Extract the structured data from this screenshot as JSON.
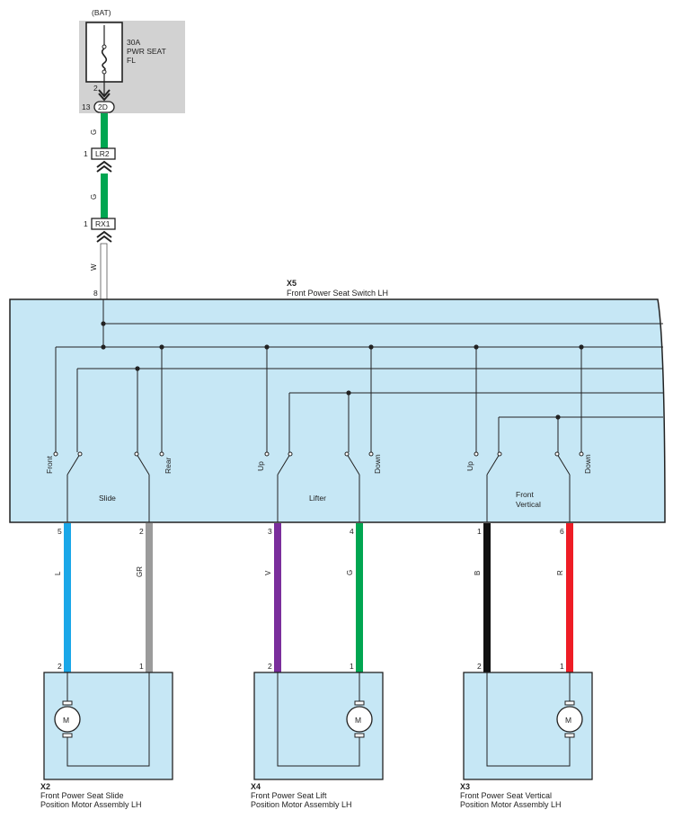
{
  "diagram": {
    "fuse": {
      "source_label": "(BAT)",
      "rating": "30A",
      "name_line1": "PWR SEAT",
      "name_line2": "FL",
      "pin_top": "2",
      "connector_pin": "13",
      "connector_id": "2D"
    },
    "junctions": [
      {
        "pin": "1",
        "id": "LR2"
      },
      {
        "pin": "1",
        "id": "RX1"
      }
    ],
    "feed_wires": [
      {
        "color_code": "G",
        "color": "#00a651"
      },
      {
        "color_code": "G",
        "color": "#00a651"
      },
      {
        "color_code": "W",
        "color": "#ffffff"
      }
    ],
    "switch": {
      "code": "X5",
      "name": "Front Power Seat Switch LH",
      "power_pin": "8",
      "fill": "#c6e7f5",
      "groups": [
        {
          "name": "Slide",
          "labels": [
            "Front",
            "Rear"
          ]
        },
        {
          "name": "Lifter",
          "labels": [
            "Up",
            "Down"
          ]
        },
        {
          "name_line1": "Front",
          "name_line2": "Vertical",
          "labels": [
            "Up",
            "Down"
          ]
        }
      ]
    },
    "output_wires": [
      {
        "switch_pin": "5",
        "color_code": "L",
        "color": "#1aa7e8",
        "motor_pin": "2"
      },
      {
        "switch_pin": "2",
        "color_code": "GR",
        "color": "#9b9b9b",
        "motor_pin": "1"
      },
      {
        "switch_pin": "3",
        "color_code": "V",
        "color": "#7a2e9c",
        "motor_pin": "2"
      },
      {
        "switch_pin": "4",
        "color_code": "G",
        "color": "#00a651",
        "motor_pin": "1"
      },
      {
        "switch_pin": "1",
        "color_code": "B",
        "color": "#111111",
        "motor_pin": "2"
      },
      {
        "switch_pin": "6",
        "color_code": "R",
        "color": "#ee1c25",
        "motor_pin": "1"
      }
    ],
    "motors": [
      {
        "code": "X2",
        "name_line1": "Front Power Seat Slide",
        "name_line2": "Position Motor Assembly LH",
        "symbol": "M"
      },
      {
        "code": "X4",
        "name_line1": "Front Power Seat Lift",
        "name_line2": "Position Motor Assembly LH",
        "symbol": "M"
      },
      {
        "code": "X3",
        "name_line1": "Front Power Seat Vertical",
        "name_line2": "Position Motor Assembly LH",
        "symbol": "M"
      }
    ]
  }
}
